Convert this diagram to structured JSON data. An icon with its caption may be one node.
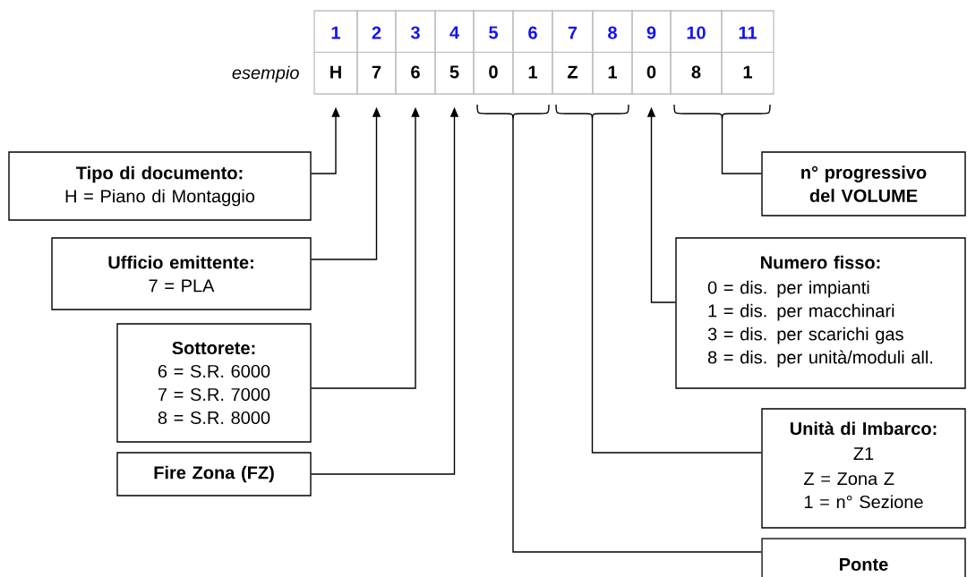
{
  "diagram": {
    "nodes": [
      {
        "text": [
          "1",
          "H"
        ]
      },
      {
        "text": [
          "2",
          "7"
        ]
      },
      {
        "text": [
          "3",
          "6"
        ]
      },
      {
        "text": [
          "4",
          "5"
        ]
      },
      {
        "text": [
          "5",
          "0"
        ]
      },
      {
        "text": [
          "6",
          "1"
        ]
      },
      {
        "text": [
          "7",
          "Z"
        ]
      },
      {
        "text": [
          "8",
          "1"
        ]
      },
      {
        "text": [
          "9",
          "0"
        ]
      },
      {
        "text": [
          "10",
          "8"
        ]
      },
      {
        "text": [
          "11",
          "1"
        ]
      },
      {
        "text": [
          "Tipo di documento:",
          "H = Piano di Montaggio"
        ]
      },
      {
        "text": [
          "n° progressivo del VOLUME"
        ]
      },
      {
        "text": [
          "Ufficio emittente:",
          "7 = PLA"
        ]
      },
      {
        "text": [
          "Numero fisso:",
          "0 = dis. per impianti",
          "1 = dis. per macchinari",
          "3 = dis. per scarichi gas",
          "8 = dis. per unità/moduli all."
        ]
      },
      {
        "text": [
          "Sottorete:",
          "6 = S.R. 6000",
          "7 = S.R. 7000",
          "8 = S.R. 8000"
        ]
      },
      {
        "text": [
          "Fire Zona (FZ)"
        ]
      },
      {
        "text": [
          "Unità di Imbarco:",
          "Z1",
          "Z = Zona Z",
          "1 = n° Sezione"
        ]
      },
      {
        "text": [
          "Ponte"
        ]
      }
    ],
    "edges": [
      {
        "from": 11,
        "to": 0,
        "arrow": "to"
      },
      {
        "from": 12,
        "to": 9,
        "arrow": "none"
      },
      {
        "from": 12,
        "to": 10,
        "arrow": "none"
      },
      {
        "from": 13,
        "to": 1,
        "arrow": "to"
      },
      {
        "from": 14,
        "to": 8,
        "arrow": "to"
      },
      {
        "from": 15,
        "to": 2,
        "arrow": "to"
      },
      {
        "from": 16,
        "to": 3,
        "arrow": "to"
      },
      {
        "from": 17,
        "to": 6,
        "arrow": "none"
      },
      {
        "from": 17,
        "to": 7,
        "arrow": "none"
      },
      {
        "from": 18,
        "to": 4,
        "arrow": "none"
      },
      {
        "from": 18,
        "to": 5,
        "arrow": "none"
      }
    ],
    "labels": [
      "esempio"
    ]
  }
}
